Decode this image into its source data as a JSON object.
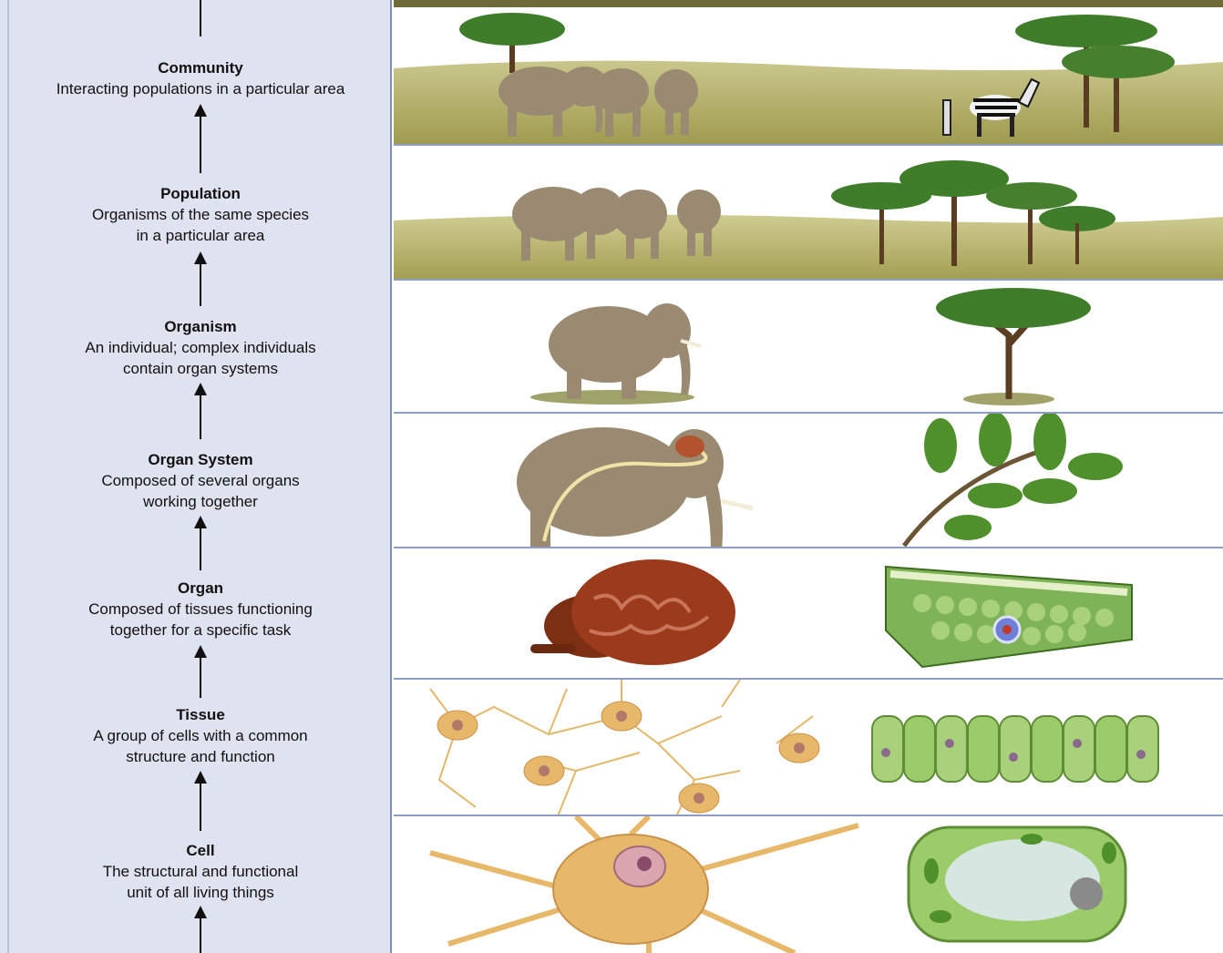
{
  "levels": [
    {
      "title": "Community",
      "desc": "Interacting populations in a particular area"
    },
    {
      "title": "Population",
      "desc": "Organisms of the same species\nin a particular area"
    },
    {
      "title": "Organism",
      "desc": "An individual; complex individuals\ncontain organ systems"
    },
    {
      "title": "Organ System",
      "desc": "Composed of several organs\nworking together"
    },
    {
      "title": "Organ",
      "desc": "Composed of tissues functioning\ntogether for a specific task"
    },
    {
      "title": "Tissue",
      "desc": "A group of cells with a common\nstructure and function"
    },
    {
      "title": "Cell",
      "desc": "The structural and functional\nunit of all living things"
    }
  ],
  "colors": {
    "panel": "#dfe3f0",
    "grass": "#b8b56a",
    "elephant": "#9a8a72",
    "leaf": "#4f8f2c",
    "brain": "#9c3a1c",
    "neuron": "#e8b86a",
    "plant_cell": "#9ccc6a"
  }
}
